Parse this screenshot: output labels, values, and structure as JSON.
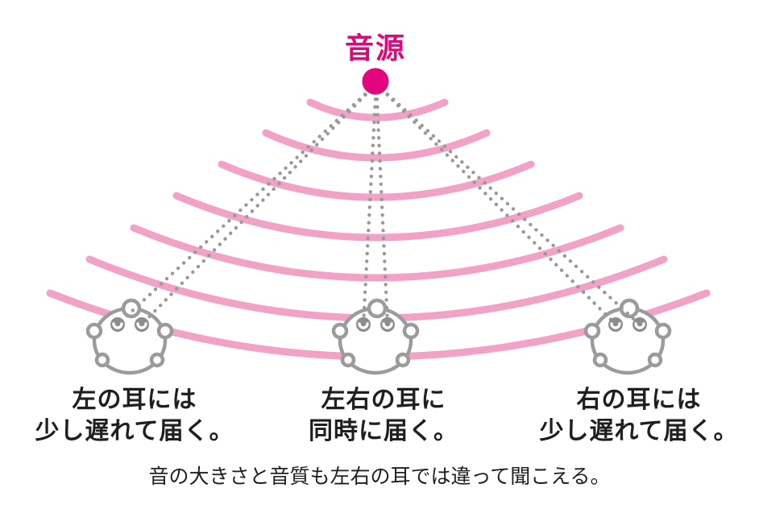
{
  "title": {
    "text": "音源"
  },
  "waves": {
    "count": 7,
    "color": "#f1a2c6"
  },
  "source": {
    "dot_color": "#e2067c"
  },
  "listeners": [
    {
      "position": "left",
      "label_line1": "左の耳には",
      "label_line2": "少し遅れて届く。"
    },
    {
      "position": "center",
      "label_line1": "左右の耳に",
      "label_line2": "同時に届く。"
    },
    {
      "position": "right",
      "label_line1": "右の耳には",
      "label_line2": "少し遅れて届く。"
    }
  ],
  "caption": {
    "text": "音の大きさと音質も左右の耳では違って聞こえる。"
  },
  "colors": {
    "magenta": "#e2067c",
    "wave_pink": "#f1a2c6",
    "outline_gray": "#9b9b9b",
    "ear_dot_gray": "#8d8d8d",
    "dotted_line_gray": "#999999",
    "text_black": "#1f1f1f",
    "background": "#ffffff"
  }
}
